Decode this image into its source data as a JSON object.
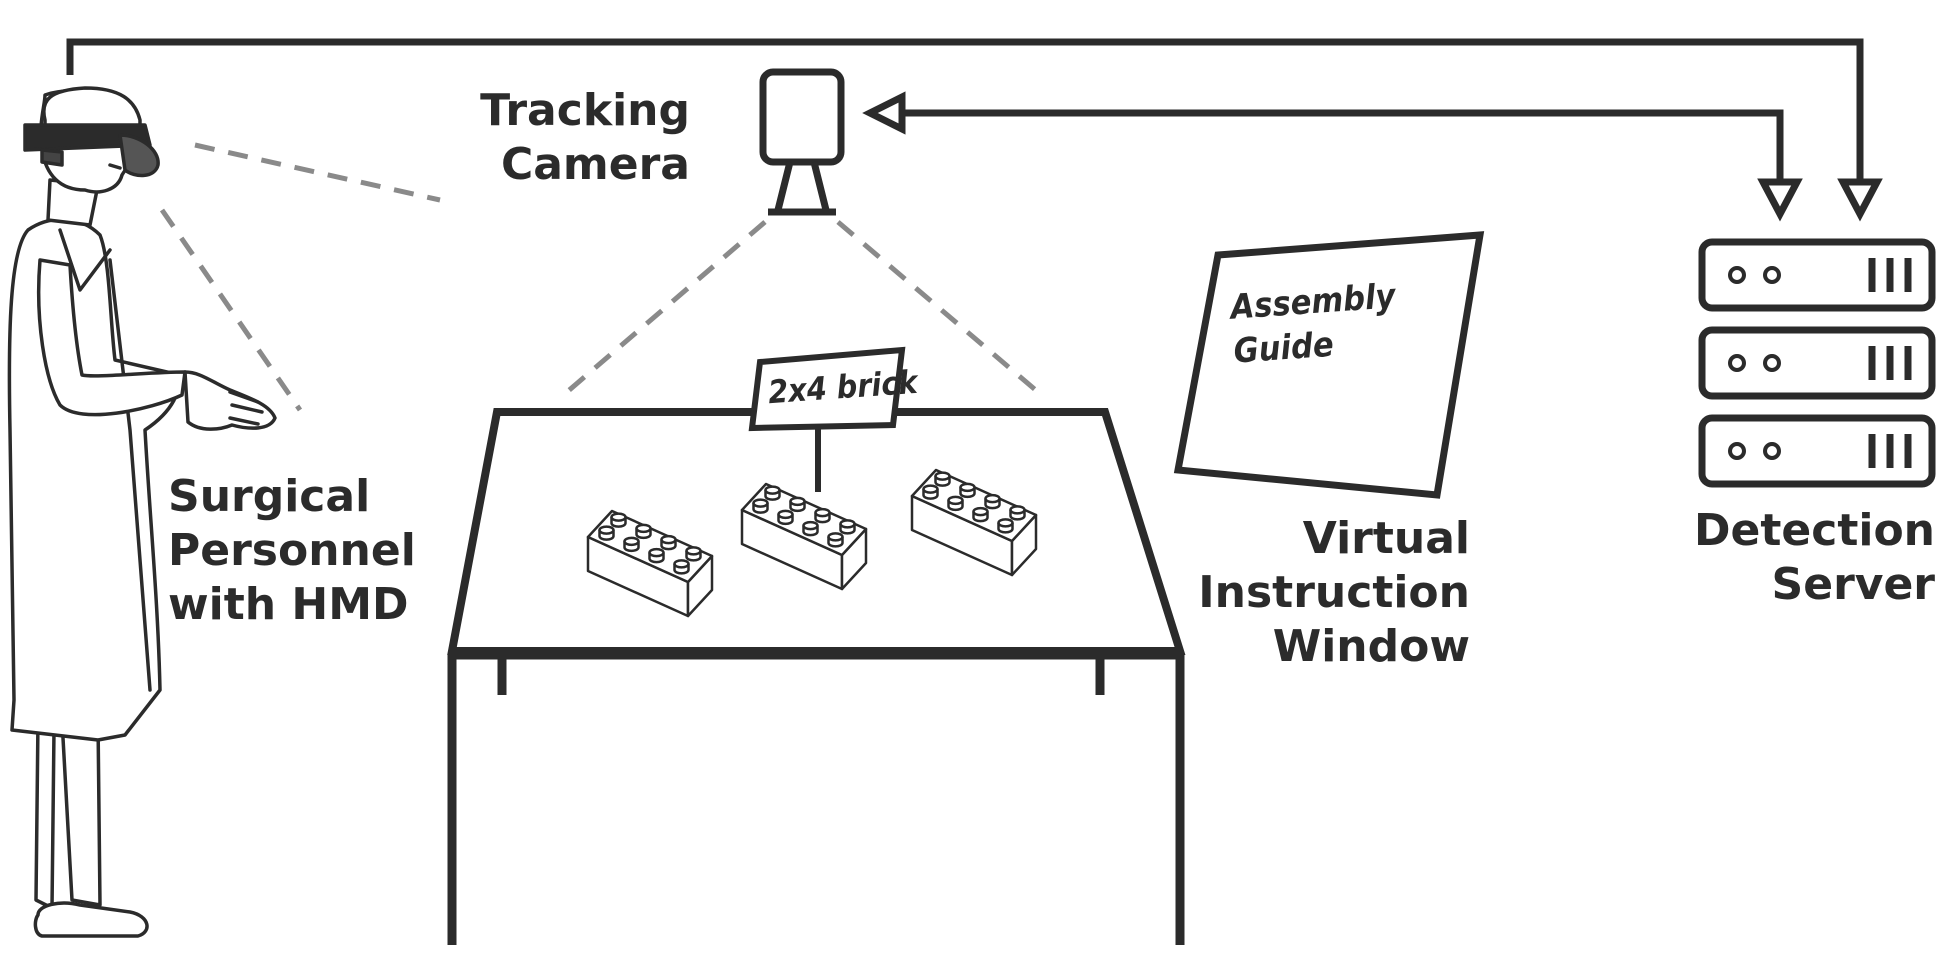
{
  "labels": {
    "tracking_camera": [
      "Tracking",
      "Camera"
    ],
    "surgical_personnel": [
      "Surgical",
      "Personnel",
      "with HMD"
    ],
    "virtual_instruction_window": [
      "Virtual",
      "Instruction",
      "Window"
    ],
    "detection_server": [
      "Detection",
      "Server"
    ]
  },
  "annotations": {
    "brick_tag": "2x4 brick",
    "window_text": [
      "Assembly",
      "Guide"
    ]
  },
  "colors": {
    "line": "#2b2b2b",
    "dash": "#7a7a7a",
    "background": "#ffffff"
  }
}
